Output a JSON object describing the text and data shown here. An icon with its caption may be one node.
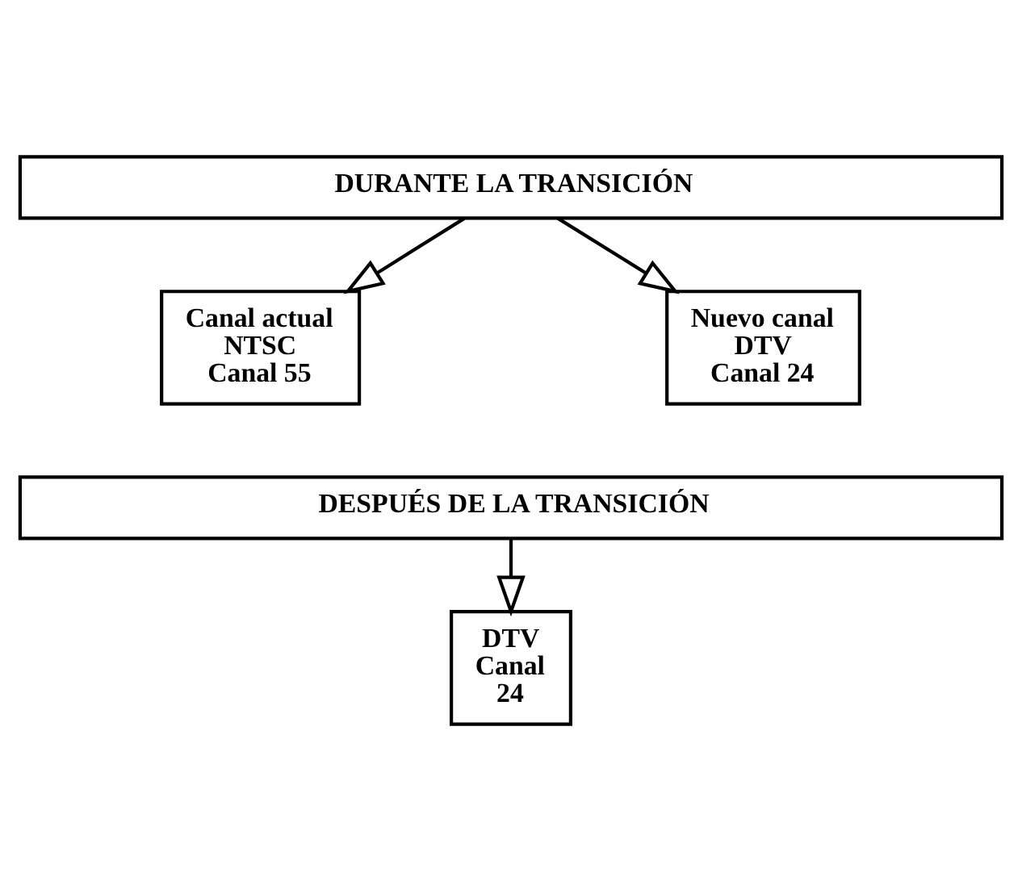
{
  "diagram": {
    "nodes": [
      {
        "text": [
          "DURANTE LA TRANSICIÓN"
        ]
      },
      {
        "text": [
          "Canal actual NTSC Canal 55"
        ]
      },
      {
        "text": [
          "Nuevo canal DTV Canal 24"
        ]
      },
      {
        "text": [
          "DESPUÉS DE LA TRANSICIÓN"
        ]
      },
      {
        "text": [
          "DTV Canal 24"
        ]
      }
    ],
    "edges": [
      {
        "from": 0,
        "to": 1,
        "arrow": "to"
      },
      {
        "from": 0,
        "to": 2,
        "arrow": "to"
      },
      {
        "from": 3,
        "to": 4,
        "arrow": "to"
      }
    ]
  }
}
